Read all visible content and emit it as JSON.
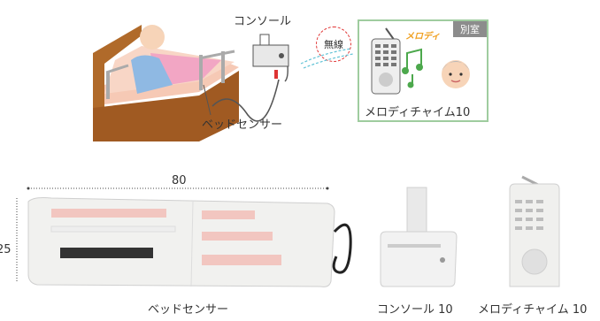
{
  "top_diagram": {
    "console_label": "コンソール",
    "wireless_label": "無線",
    "bed_sensor_label": "ベッドセンサー",
    "alt_room_tag": "別室",
    "melody_text": "メロディ",
    "melody_chime_label": "メロディチャイム10"
  },
  "photos": {
    "width_dim": "80",
    "height_dim": "25",
    "bed_sensor_caption": "ベッドセンサー",
    "console_caption": "コンソール 10",
    "chime_caption": "メロディチャイム 10"
  },
  "colors": {
    "frame_green": "#9fcc9f",
    "wireless_red": "#e03030",
    "melody_orange": "#f0a020",
    "note_green": "#4ca84c"
  }
}
